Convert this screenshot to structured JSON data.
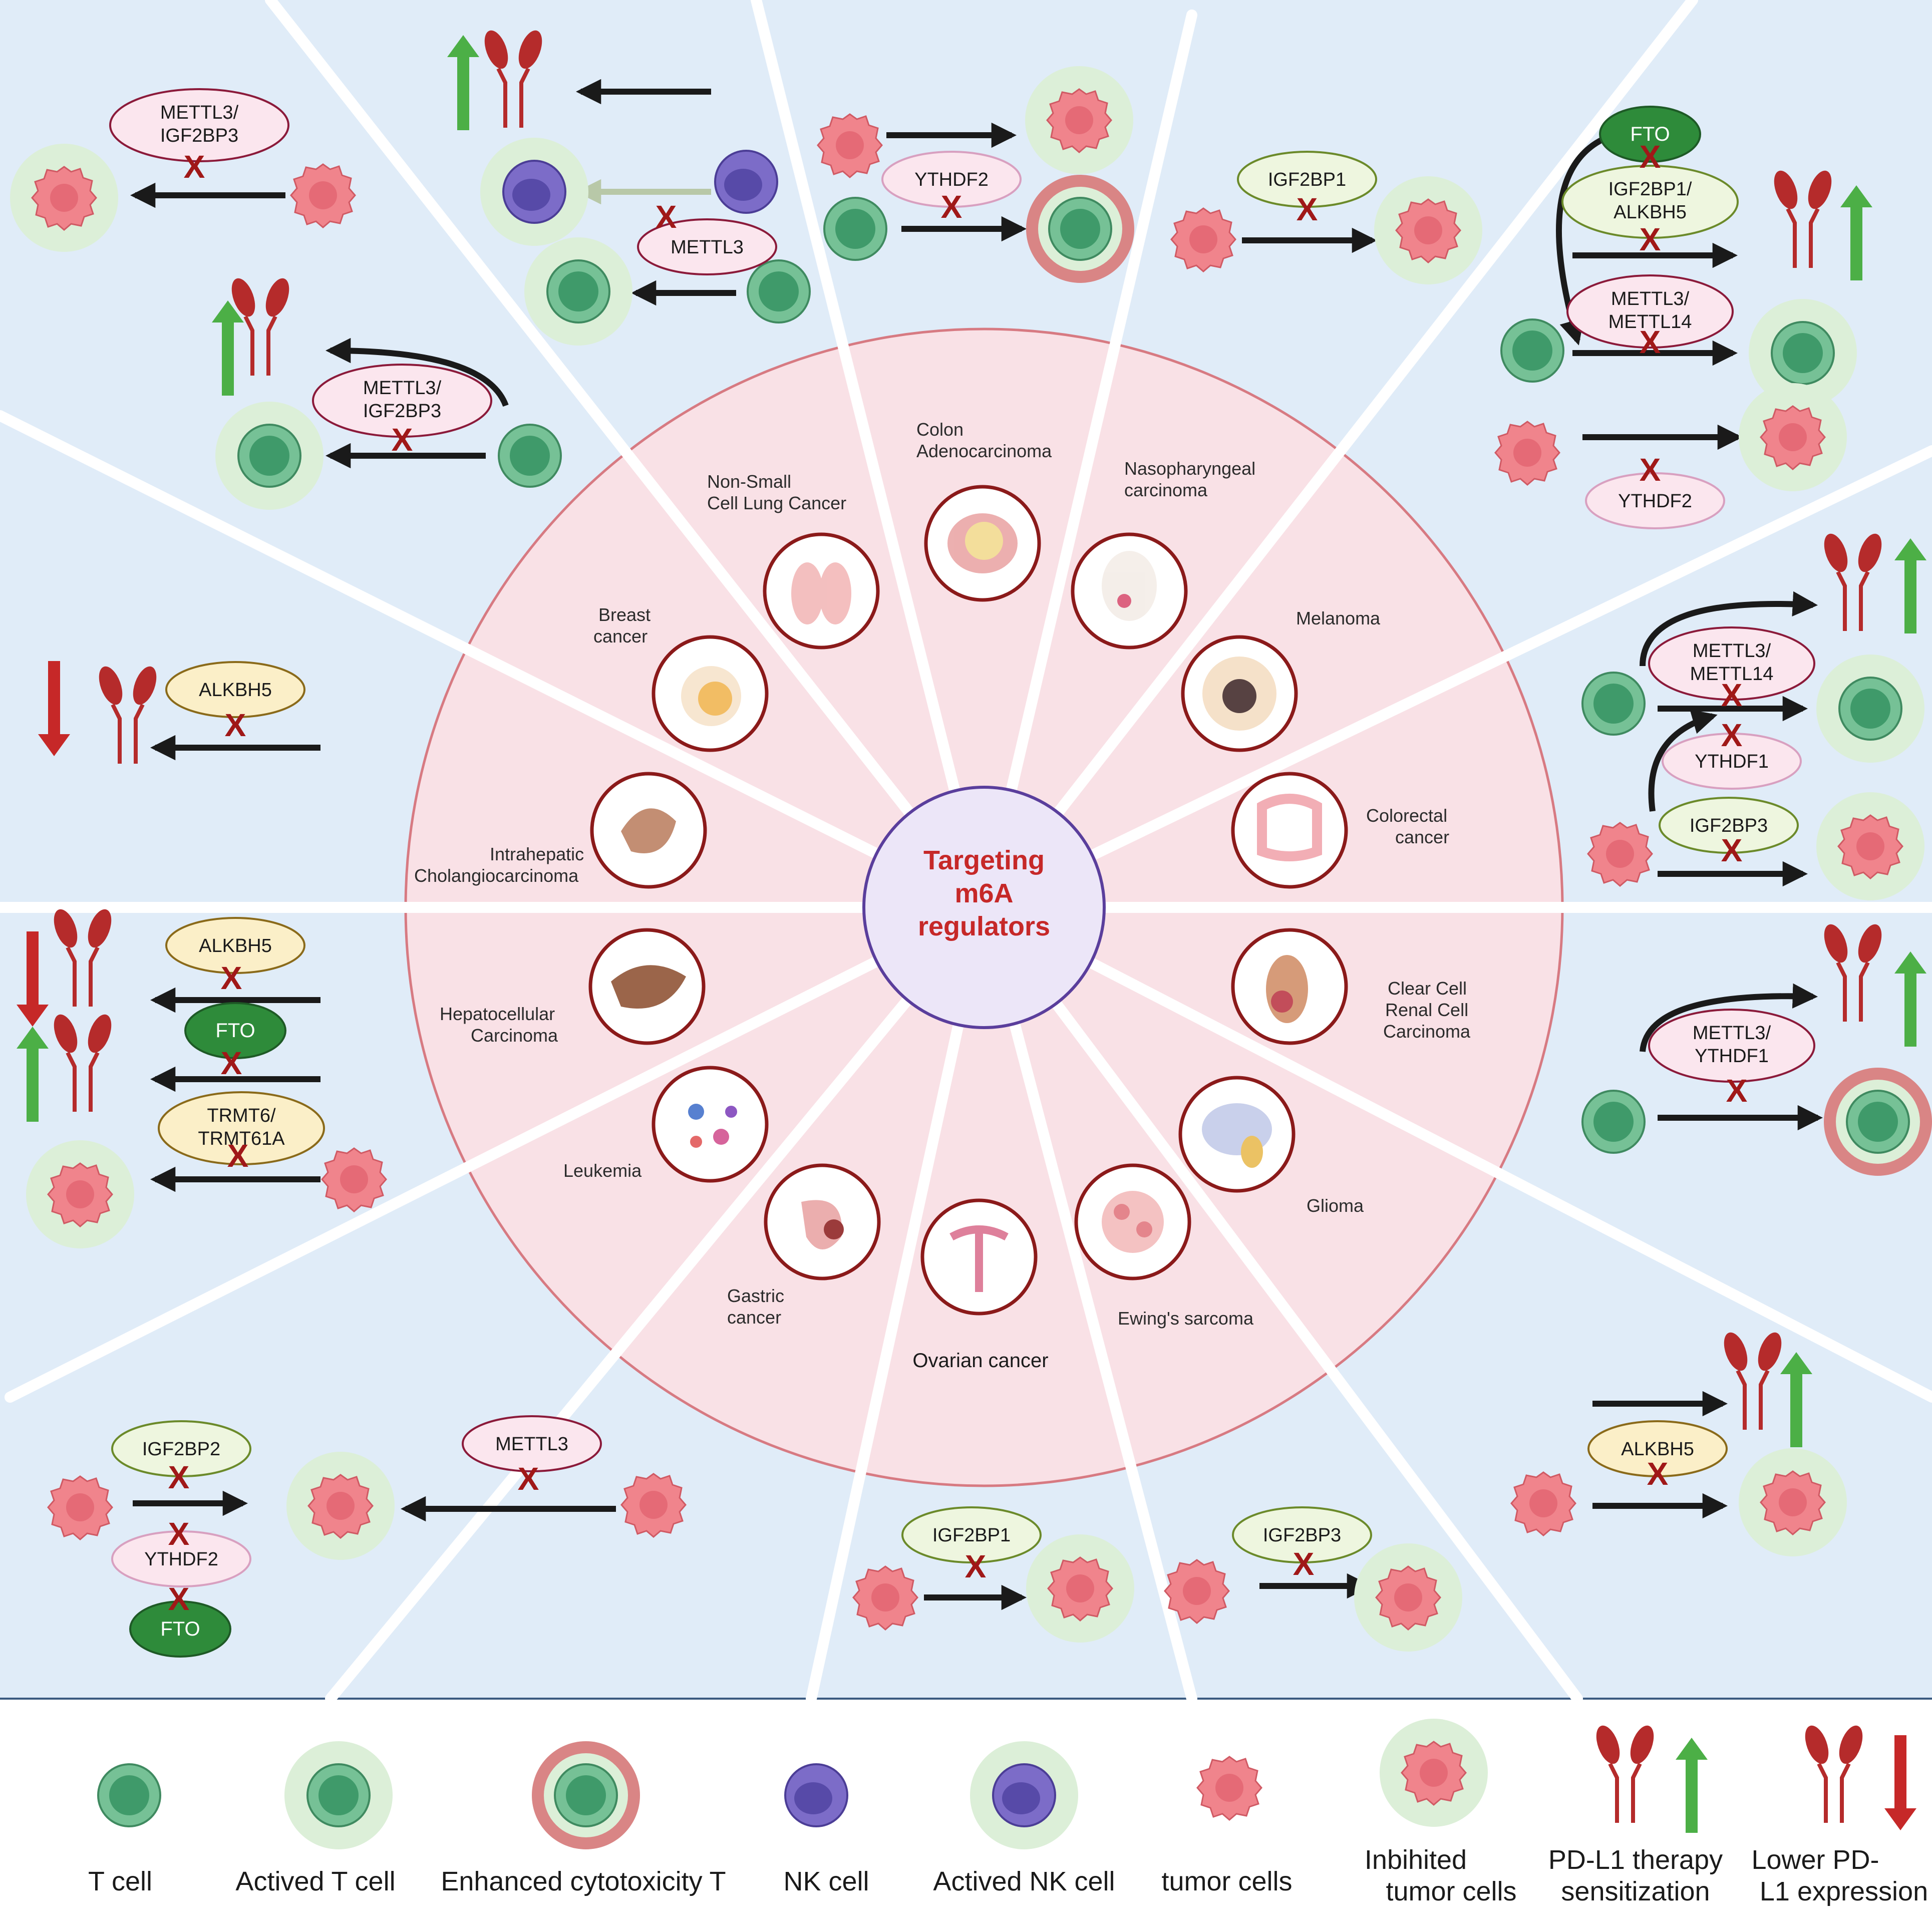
{
  "center": {
    "line1": "Targeting",
    "line2": "m6A",
    "line3": "regulators"
  },
  "cancers": {
    "colon": {
      "l1": "Colon",
      "l2": "Adenocarcinoma"
    },
    "nsclc": {
      "l1": "Non-Small",
      "l2": "Cell Lung Cancer"
    },
    "naso": {
      "l1": "Nasopharyngeal",
      "l2": "carcinoma"
    },
    "breast": {
      "l1": "Breast",
      "l2": "cancer"
    },
    "melanoma": {
      "l1": "Melanoma"
    },
    "icc": {
      "l1": "Intrahepatic",
      "l2": "Cholangiocarcinoma"
    },
    "crc": {
      "l1": "Colorectal",
      "l2": "cancer"
    },
    "hcc": {
      "l1": "Hepatocellular",
      "l2": "Carcinoma"
    },
    "ccrcc": {
      "l1": "Clear Cell",
      "l2": "Renal Cell",
      "l3": "Carcinoma"
    },
    "leukemia": {
      "l1": "Leukemia"
    },
    "glioma": {
      "l1": "Glioma"
    },
    "gastric": {
      "l1": "Gastric",
      "l2": "cancer"
    },
    "ovarian": {
      "l1": "Ovarian cancer"
    },
    "ewing": {
      "l1": "Ewing's sarcoma"
    }
  },
  "regulators": {
    "r1": {
      "l1": "METTL3/",
      "l2": "IGF2BP3"
    },
    "r2": {
      "l1": "METTL3"
    },
    "r3": {
      "l1": "YTHDF2"
    },
    "r4": {
      "l1": "IGF2BP1"
    },
    "r5": {
      "l1": "FTO"
    },
    "r6": {
      "l1": "IGF2BP1/",
      "l2": "ALKBH5"
    },
    "r7": {
      "l1": "METTL3/",
      "l2": "METTL14"
    },
    "r8": {
      "l1": "METTL3/",
      "l2": "IGF2BP3"
    },
    "r9": {
      "l1": "YTHDF2"
    },
    "r10": {
      "l1": "ALKBH5"
    },
    "r11": {
      "l1": "METTL3/",
      "l2": "METTL14"
    },
    "r12": {
      "l1": "YTHDF1"
    },
    "r13": {
      "l1": "IGF2BP3"
    },
    "r14": {
      "l1": "ALKBH5"
    },
    "r15": {
      "l1": "FTO"
    },
    "r16": {
      "l1": "TRMT6/",
      "l2": "TRMT61A"
    },
    "r17": {
      "l1": "METTL3/",
      "l2": "YTHDF1"
    },
    "r18": {
      "l1": "IGF2BP2"
    },
    "r19": {
      "l1": "YTHDF2"
    },
    "r20": {
      "l1": "FTO"
    },
    "r21": {
      "l1": "METTL3"
    },
    "r22": {
      "l1": "IGF2BP1"
    },
    "r23": {
      "l1": "IGF2BP3"
    },
    "r24": {
      "l1": "ALKBH5"
    }
  },
  "legend": {
    "t_cell": "T cell",
    "activated_t": "Actived T cell",
    "cytotoxic_t": "Enhanced cytotoxicity T",
    "nk_cell": "NK cell",
    "activated_nk": "Actived NK cell",
    "tumor": "tumor cells",
    "inhibited1": "Inbihited",
    "inhibited2": "tumor cells",
    "pdl1_up1": "PD-L1 therapy",
    "pdl1_up2": "sensitization",
    "pdl1_down1": "Lower PD-",
    "pdl1_down2": "L1 expression"
  },
  "colors": {
    "panel_bg": "#e0ecf8",
    "wheel_fill": "#f9e1e6",
    "wheel_stroke": "#d77a82",
    "ring_stroke": "#8b1a1a",
    "center_fill": "#ece6f8",
    "center_stroke": "#5a3e9c",
    "tcell": "#76c196",
    "tumor": "#f0848c",
    "nk": "#7c6cc8",
    "glow_green": "#dcefd8",
    "glow_red": "#d98585",
    "antibody": "#b52b2b",
    "up_arrow": "#4caf46",
    "down_arrow": "#c62828",
    "x_mark": "#a01818",
    "fto_fill": "#2e8b3a"
  }
}
